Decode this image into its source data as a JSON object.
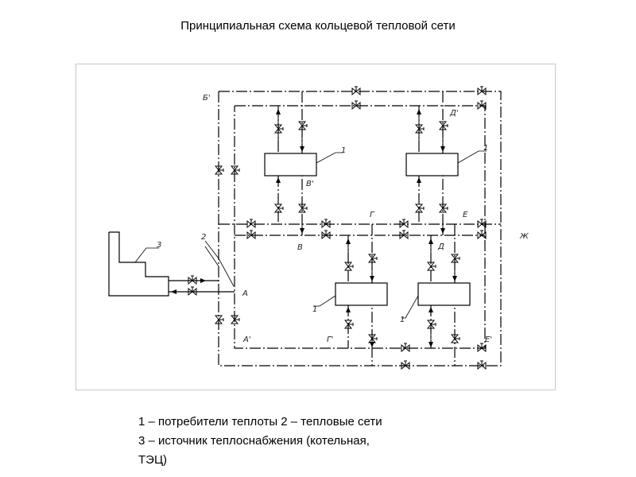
{
  "title": "Принципиальная схема кольцевой тепловой сети",
  "diagram": {
    "node_labels": {
      "b_prime": "Б'",
      "d_prime": "Д'",
      "v_prime": "В'",
      "g": "Г",
      "e": "Е",
      "v": "В",
      "d": "Д",
      "zh": "Ж",
      "a": "А",
      "a_prime": "А'",
      "g_prime": "Г'",
      "e_prime": "Е'"
    },
    "callouts": {
      "consumer": "1",
      "networks": "2",
      "source": "3"
    }
  },
  "legend": {
    "line1": "1 – потребители теплоты 2 – тепловые сети",
    "line2": "3 – источник теплоснабжения (котельная,",
    "line3": "ТЭЦ)"
  }
}
